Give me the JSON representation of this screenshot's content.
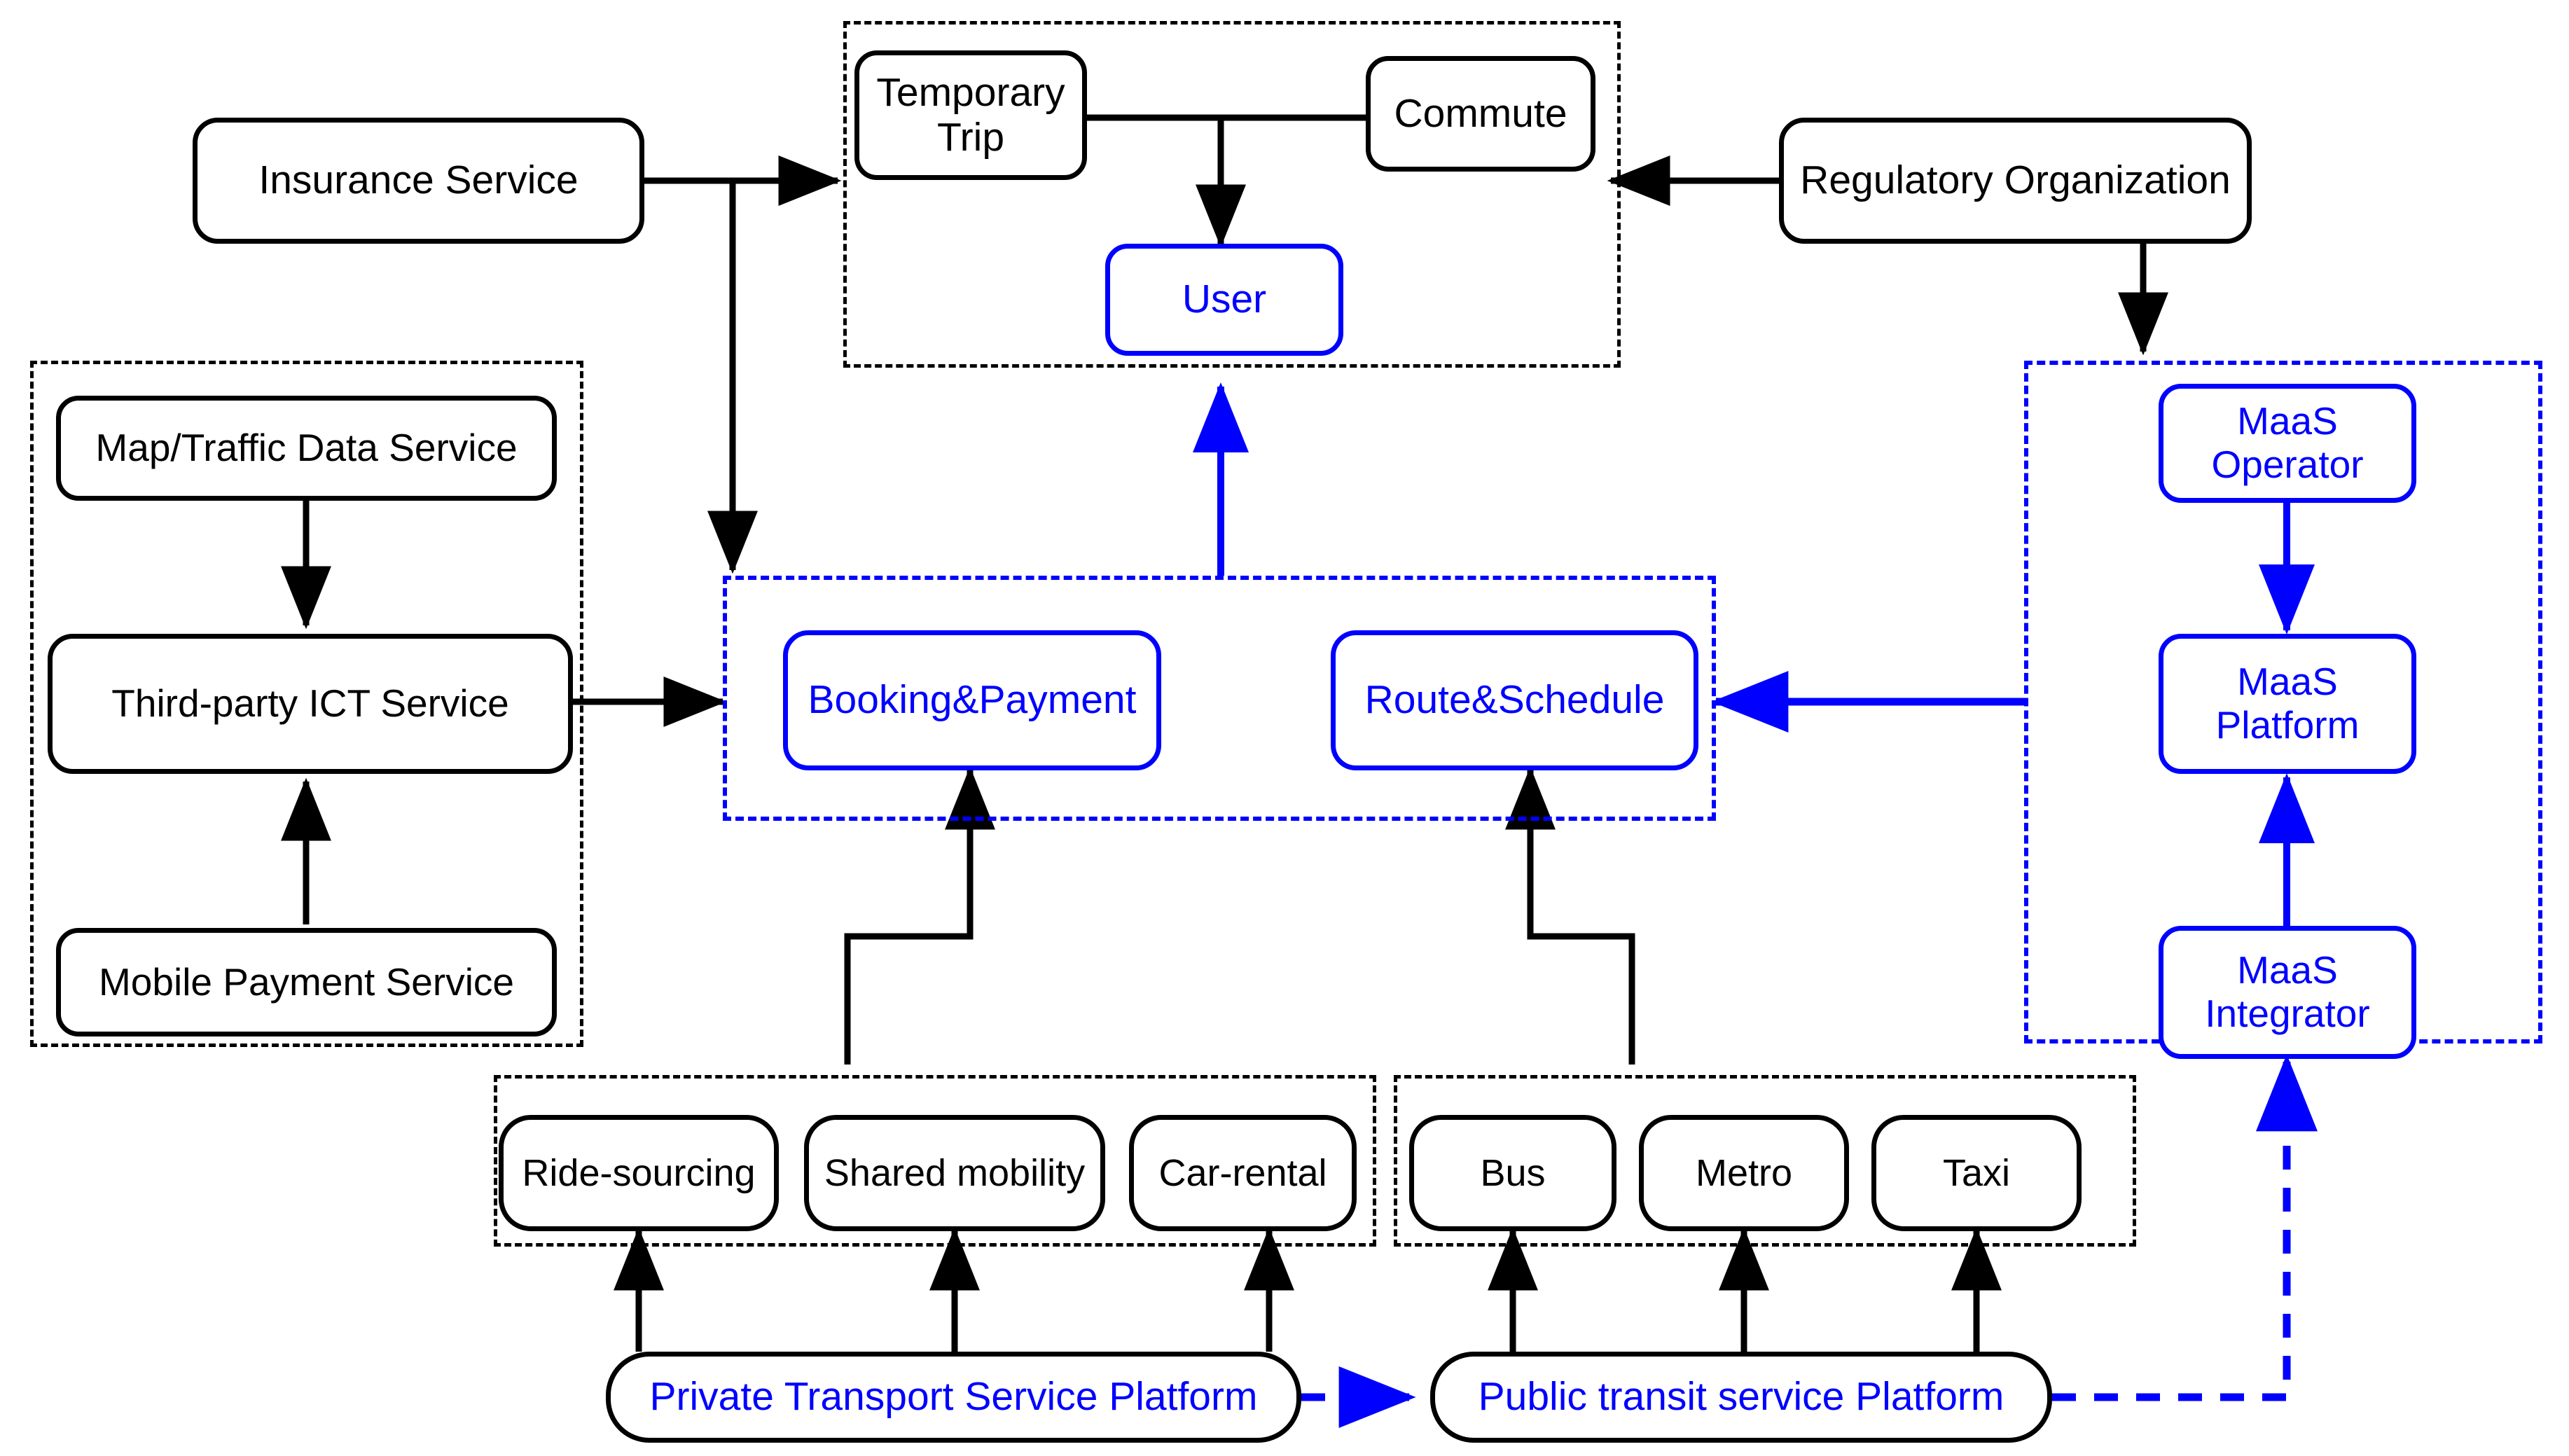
{
  "diagram": {
    "title": "MaaS ecosystem stakeholder architecture",
    "colors": {
      "black": "#000000",
      "blue": "#0000ff",
      "background": "#ffffff"
    }
  },
  "groups": {
    "user_group": {
      "label": "",
      "style": "dashed-black"
    },
    "third_party_group": {
      "label": "",
      "style": "dashed-black"
    },
    "maas_service_group": {
      "label": "",
      "style": "dashed-blue"
    },
    "maas_org_group": {
      "label": "",
      "style": "dashed-blue"
    },
    "private_modes_group": {
      "label": "",
      "style": "dashed-black"
    },
    "public_modes_group": {
      "label": "",
      "style": "dashed-black"
    }
  },
  "nodes": {
    "insurance_service": {
      "label": "Insurance Service",
      "color": "black"
    },
    "regulatory_organization": {
      "label": "Regulatory Organization",
      "color": "black"
    },
    "temporary_trip": {
      "label": "Temporary\nTrip",
      "line1": "Temporary",
      "line2": "Trip",
      "color": "black"
    },
    "commute": {
      "label": "Commute",
      "color": "black"
    },
    "user": {
      "label": "User",
      "color": "blue"
    },
    "map_traffic_data_service": {
      "label": "Map/Traffic Data Service",
      "color": "black"
    },
    "third_party_ict_service": {
      "label": "Third-party ICT Service",
      "color": "black"
    },
    "mobile_payment_service": {
      "label": "Mobile Payment Service",
      "color": "black"
    },
    "booking_payment": {
      "label": "Booking&Payment",
      "color": "blue"
    },
    "route_schedule": {
      "label": "Route&Schedule",
      "color": "blue"
    },
    "maas_operator": {
      "label": "MaaS Operator",
      "line1": "MaaS",
      "line2": "Operator",
      "color": "blue"
    },
    "maas_platform": {
      "label": "MaaS Platform",
      "line1": "MaaS",
      "line2": "Platform",
      "color": "blue"
    },
    "maas_integrator": {
      "label": "MaaS Integrator",
      "line1": "MaaS",
      "line2": "Integrator",
      "color": "blue"
    },
    "ride_sourcing": {
      "label": "Ride-sourcing",
      "color": "black"
    },
    "shared_mobility": {
      "label": "Shared mobility",
      "color": "black"
    },
    "car_rental": {
      "label": "Car-rental",
      "color": "black"
    },
    "bus": {
      "label": "Bus",
      "color": "black"
    },
    "metro": {
      "label": "Metro",
      "color": "black"
    },
    "taxi": {
      "label": "Taxi",
      "color": "black"
    },
    "private_transport_service_platform": {
      "label": "Private Transport Service Platform",
      "color": "blue-text-black-border"
    },
    "public_transit_service_platform": {
      "label": "Public transit service Platform",
      "color": "blue-text-black-border"
    }
  },
  "edges": [
    {
      "from": "insurance_service",
      "to": "user_group",
      "style": "solid-black-arrow"
    },
    {
      "from": "insurance_service",
      "to": "maas_service_group",
      "style": "solid-black-arrow"
    },
    {
      "from": "regulatory_organization",
      "to": "user_group",
      "style": "solid-black-arrow"
    },
    {
      "from": "regulatory_organization",
      "to": "maas_org_group",
      "style": "solid-black-arrow"
    },
    {
      "from": "temporary_trip",
      "to": "commute",
      "style": "solid-black-line"
    },
    {
      "from": "temporary_trip_commute_link",
      "to": "user",
      "style": "solid-black-arrow"
    },
    {
      "from": "map_traffic_data_service",
      "to": "third_party_ict_service",
      "style": "solid-black-arrow"
    },
    {
      "from": "mobile_payment_service",
      "to": "third_party_ict_service",
      "style": "solid-black-arrow"
    },
    {
      "from": "third_party_ict_service",
      "to": "maas_service_group",
      "style": "solid-black-arrow"
    },
    {
      "from": "maas_service_group",
      "to": "user",
      "style": "solid-blue-arrow"
    },
    {
      "from": "maas_org_group",
      "to": "route_schedule",
      "style": "solid-blue-arrow"
    },
    {
      "from": "maas_operator",
      "to": "maas_platform",
      "style": "solid-blue-arrow"
    },
    {
      "from": "maas_integrator",
      "to": "maas_platform",
      "style": "solid-blue-arrow"
    },
    {
      "from": "private_modes_group",
      "to": "booking_payment",
      "style": "solid-black-arrow"
    },
    {
      "from": "public_modes_group",
      "to": "route_schedule",
      "style": "solid-black-arrow"
    },
    {
      "from": "private_transport_service_platform",
      "to": "ride_sourcing",
      "style": "solid-black-arrow"
    },
    {
      "from": "private_transport_service_platform",
      "to": "shared_mobility",
      "style": "solid-black-arrow"
    },
    {
      "from": "private_transport_service_platform",
      "to": "car_rental",
      "style": "solid-black-arrow"
    },
    {
      "from": "public_transit_service_platform",
      "to": "bus",
      "style": "solid-black-arrow"
    },
    {
      "from": "public_transit_service_platform",
      "to": "metro",
      "style": "solid-black-arrow"
    },
    {
      "from": "public_transit_service_platform",
      "to": "taxi",
      "style": "solid-black-arrow"
    },
    {
      "from": "private_transport_service_platform",
      "to": "public_transit_service_platform",
      "style": "dashed-blue-arrow"
    },
    {
      "from": "public_transit_service_platform",
      "to": "maas_integrator",
      "style": "dashed-blue-arrow"
    }
  ]
}
